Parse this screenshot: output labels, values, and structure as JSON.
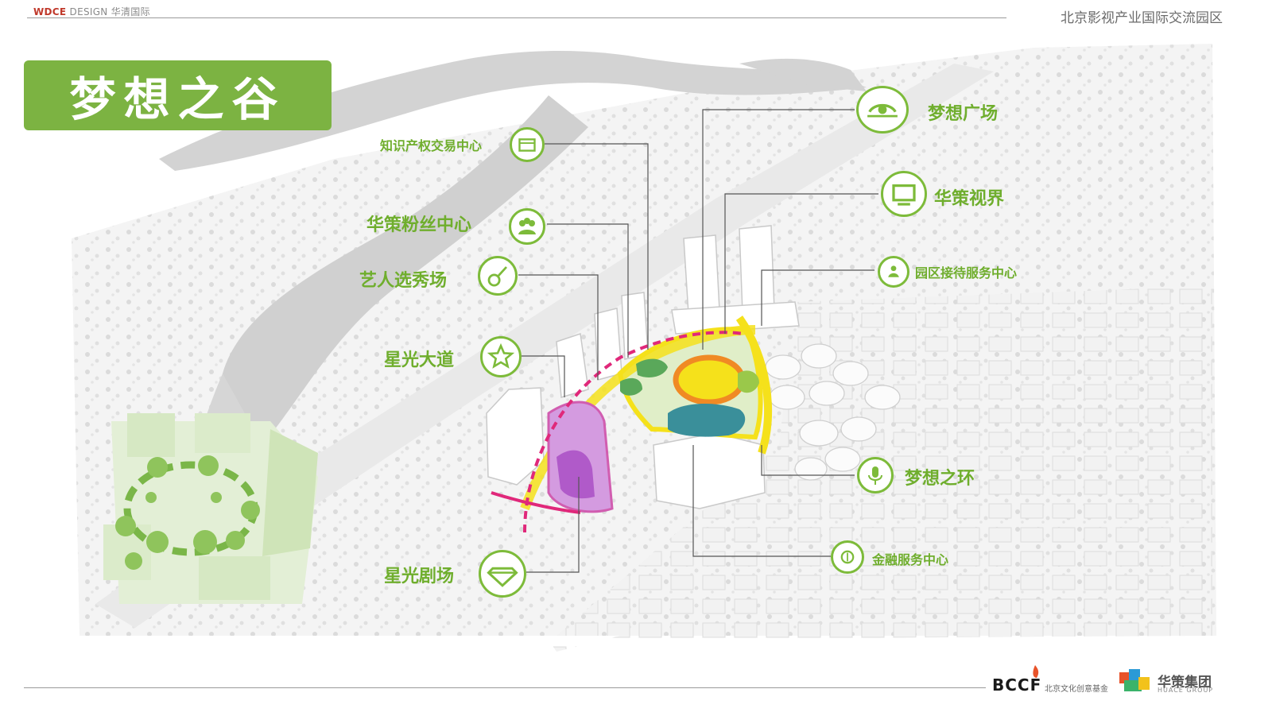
{
  "header": {
    "brand_mark": "WDCE",
    "brand_text": "DESIGN 华清国际",
    "project_title": "北京影视产业国际交流园区"
  },
  "title": "梦想之谷",
  "labels": {
    "ip_exchange": "知识产权交易中心",
    "fan_center": "华策粉丝中心",
    "talent_show": "艺人选秀场",
    "star_avenue": "星光大道",
    "star_theater": "星光剧场",
    "dream_plaza": "梦想广场",
    "huace_vision": "华策视界",
    "reception_center": "园区接待服务中心",
    "dream_ring": "梦想之环",
    "finance_center": "金融服务中心"
  },
  "footer": {
    "bccf": "BCCF",
    "bccf_sub": "北京文化创意基金",
    "huace_name": "华策集团",
    "huace_sub": "HUACE GROUP"
  },
  "colors": {
    "accent_green": "#7cb342",
    "label_green": "#6fae2d",
    "path_magenta": "#e0287a",
    "ring_yellow": "#f5e11b",
    "ring_orange": "#f08a24",
    "teal": "#3a8f9a",
    "purple": "#b05ac9"
  }
}
